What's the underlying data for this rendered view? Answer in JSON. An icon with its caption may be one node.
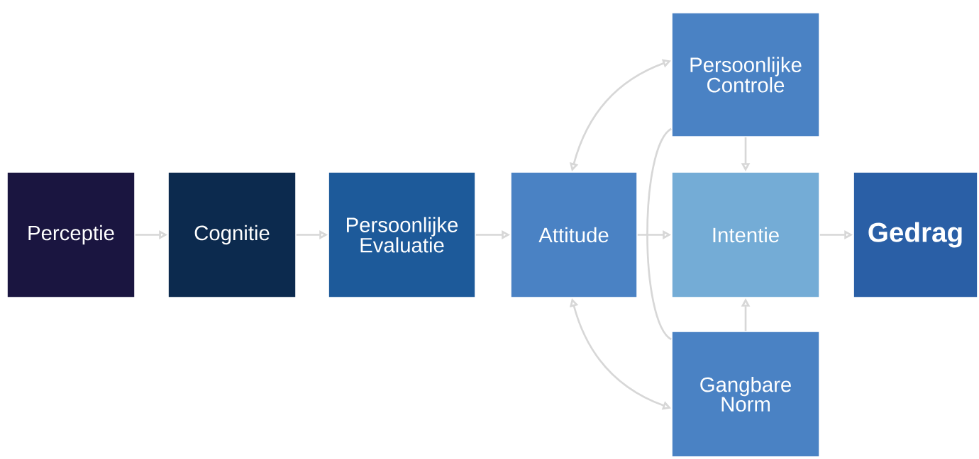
{
  "diagram": {
    "nodes": [
      {
        "text": [
          "Perceptie"
        ]
      },
      {
        "text": [
          "Cognitie"
        ]
      },
      {
        "text": [
          "Persoonlijke Evaluatie"
        ]
      },
      {
        "text": [
          "Attitude"
        ]
      },
      {
        "text": [
          "Persoonlijke Controle"
        ]
      },
      {
        "text": [
          "Intentie"
        ]
      },
      {
        "text": [
          "Gedrag"
        ]
      },
      {
        "text": [
          "Gangbare Norm"
        ]
      }
    ],
    "edges": [
      {
        "from": 0,
        "to": 1,
        "arrow": "to"
      },
      {
        "from": 1,
        "to": 2,
        "arrow": "to"
      },
      {
        "from": 2,
        "to": 3,
        "arrow": "to"
      },
      {
        "from": 3,
        "to": 5,
        "arrow": "to"
      },
      {
        "from": 5,
        "to": 6,
        "arrow": "to"
      },
      {
        "from": 4,
        "to": 3,
        "arrow": "both"
      },
      {
        "from": 3,
        "to": 7,
        "arrow": "both"
      },
      {
        "from": 4,
        "to": 5,
        "arrow": "to"
      },
      {
        "from": 7,
        "to": 5,
        "arrow": "to"
      },
      {
        "from": 4,
        "to": 7,
        "arrow": "none"
      }
    ]
  }
}
